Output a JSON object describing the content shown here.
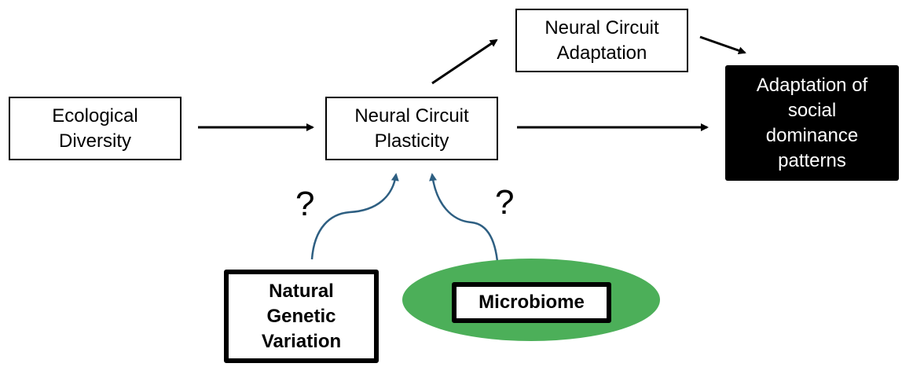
{
  "nodes": {
    "ecological_diversity": [
      "Ecological",
      "Diversity"
    ],
    "neural_circuit_plasticity": [
      "Neural Circuit",
      "Plasticity"
    ],
    "neural_circuit_adaptation": [
      "Neural Circuit",
      "Adaptation"
    ],
    "social_dominance": [
      "Adaptation of",
      "social",
      "dominance",
      "patterns"
    ],
    "natural_genetic_variation": [
      "Natural",
      "Genetic",
      "Variation"
    ],
    "microbiome": [
      "Microbiome"
    ]
  },
  "labels": {
    "question_left": "?",
    "question_right": "?"
  },
  "colors": {
    "curve_arrow": "#2e5f82",
    "microbiome_ellipse": "#4caf59",
    "outcome_box": "#000000"
  }
}
